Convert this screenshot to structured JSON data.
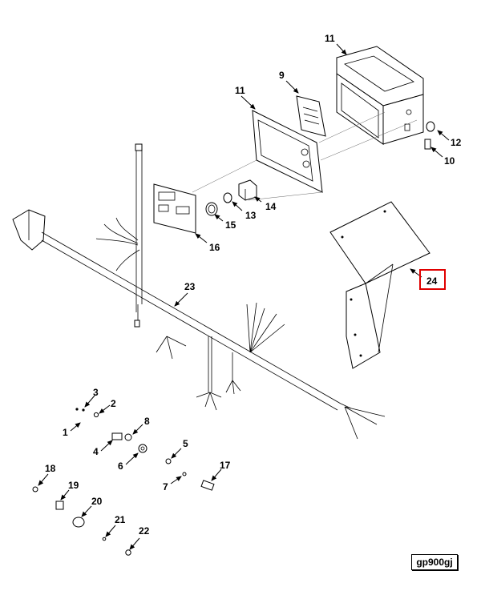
{
  "callouts": {
    "c1": "1",
    "c2": "2",
    "c3": "3",
    "c4": "4",
    "c5": "5",
    "c6": "6",
    "c7": "7",
    "c8": "8",
    "c9": "9",
    "c10": "10",
    "c11a": "11",
    "c11b": "11",
    "c12": "12",
    "c13": "13",
    "c14": "14",
    "c15": "15",
    "c16": "16",
    "c17": "17",
    "c18": "18",
    "c19": "19",
    "c20": "20",
    "c21": "21",
    "c22": "22",
    "c23": "23",
    "c24": "24"
  },
  "highlighted_callout": "24",
  "highlight_color": "#e00000",
  "figure_id": "gp900gj"
}
